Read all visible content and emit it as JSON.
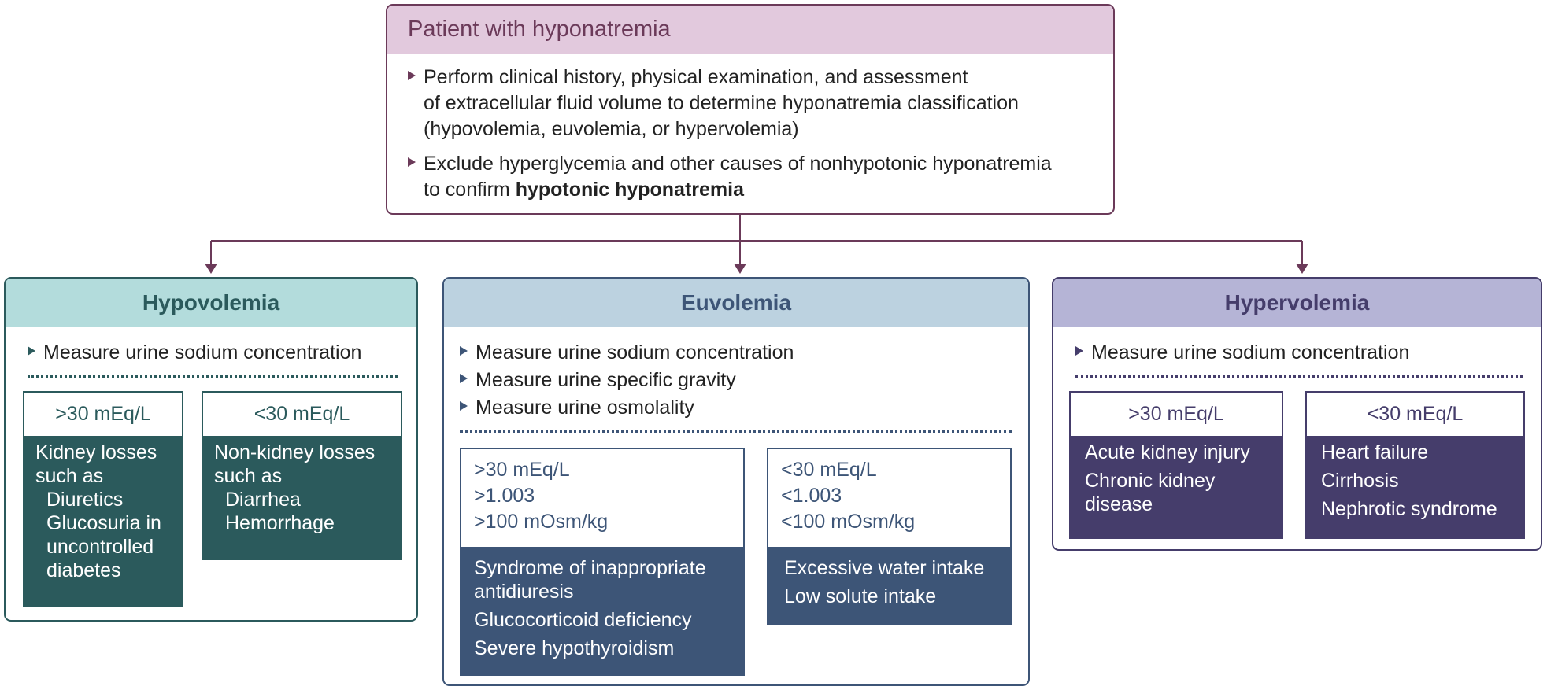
{
  "top": {
    "title": "Patient with hyponatremia",
    "bullet1_line1": "Perform clinical history, physical examination, and assessment",
    "bullet1_line2": "of extracellular fluid volume to determine hyponatremia classification",
    "bullet1_line3": "(hypovolemia, euvolemia, or hypervolemia)",
    "bullet2_line1": "Exclude hyperglycemia and other causes of nonhypotonic hyponatremia",
    "bullet2_line2_plain": "to confirm ",
    "bullet2_line2_bold": "hypotonic hyponatremia"
  },
  "hypovolemia": {
    "title": "Hypovolemia",
    "measure": "Measure urine sodium concentration",
    "left": {
      "head": ">30 mEq/L",
      "line1": "Kidney losses",
      "line2": "such as",
      "item1": "Diuretics",
      "item2_l1": "Glucosuria in",
      "item2_l2": "uncontrolled",
      "item2_l3": "diabetes"
    },
    "right": {
      "head": "<30 mEq/L",
      "line1": "Non-kidney losses",
      "line2": "such as",
      "item1": "Diarrhea",
      "item2": "Hemorrhage"
    }
  },
  "euvolemia": {
    "title": "Euvolemia",
    "measure1": "Measure urine sodium concentration",
    "measure2": "Measure urine specific gravity",
    "measure3": "Measure urine osmolality",
    "left": {
      "head1": ">30 mEq/L",
      "head2": ">1.003",
      "head3": ">100 mOsm/kg",
      "line1": "Syndrome of inappropriate",
      "line2": "antidiuresis",
      "line3": "Glucocorticoid deficiency",
      "line4": "Severe hypothyroidism"
    },
    "right": {
      "head1": "<30 mEq/L",
      "head2": "<1.003",
      "head3": "<100 mOsm/kg",
      "line1": "Excessive water intake",
      "line2": "Low solute intake"
    }
  },
  "hypervolemia": {
    "title": "Hypervolemia",
    "measure": "Measure urine sodium concentration",
    "left": {
      "head": ">30 mEq/L",
      "line1": "Acute kidney injury",
      "line2": "Chronic kidney",
      "line3": "disease"
    },
    "right": {
      "head": "<30 mEq/L",
      "line1": "Heart failure",
      "line2": "Cirrhosis",
      "line3": "Nephrotic syndrome"
    }
  },
  "colors": {
    "plum": "#6b3a59",
    "teal_head": "#b3dcdc",
    "teal_dark": "#2b5a5c",
    "blue_head": "#bcd2e0",
    "blue_dark": "#3d5577",
    "purple_head": "#b5b4d6",
    "purple_dark": "#453d6b"
  }
}
